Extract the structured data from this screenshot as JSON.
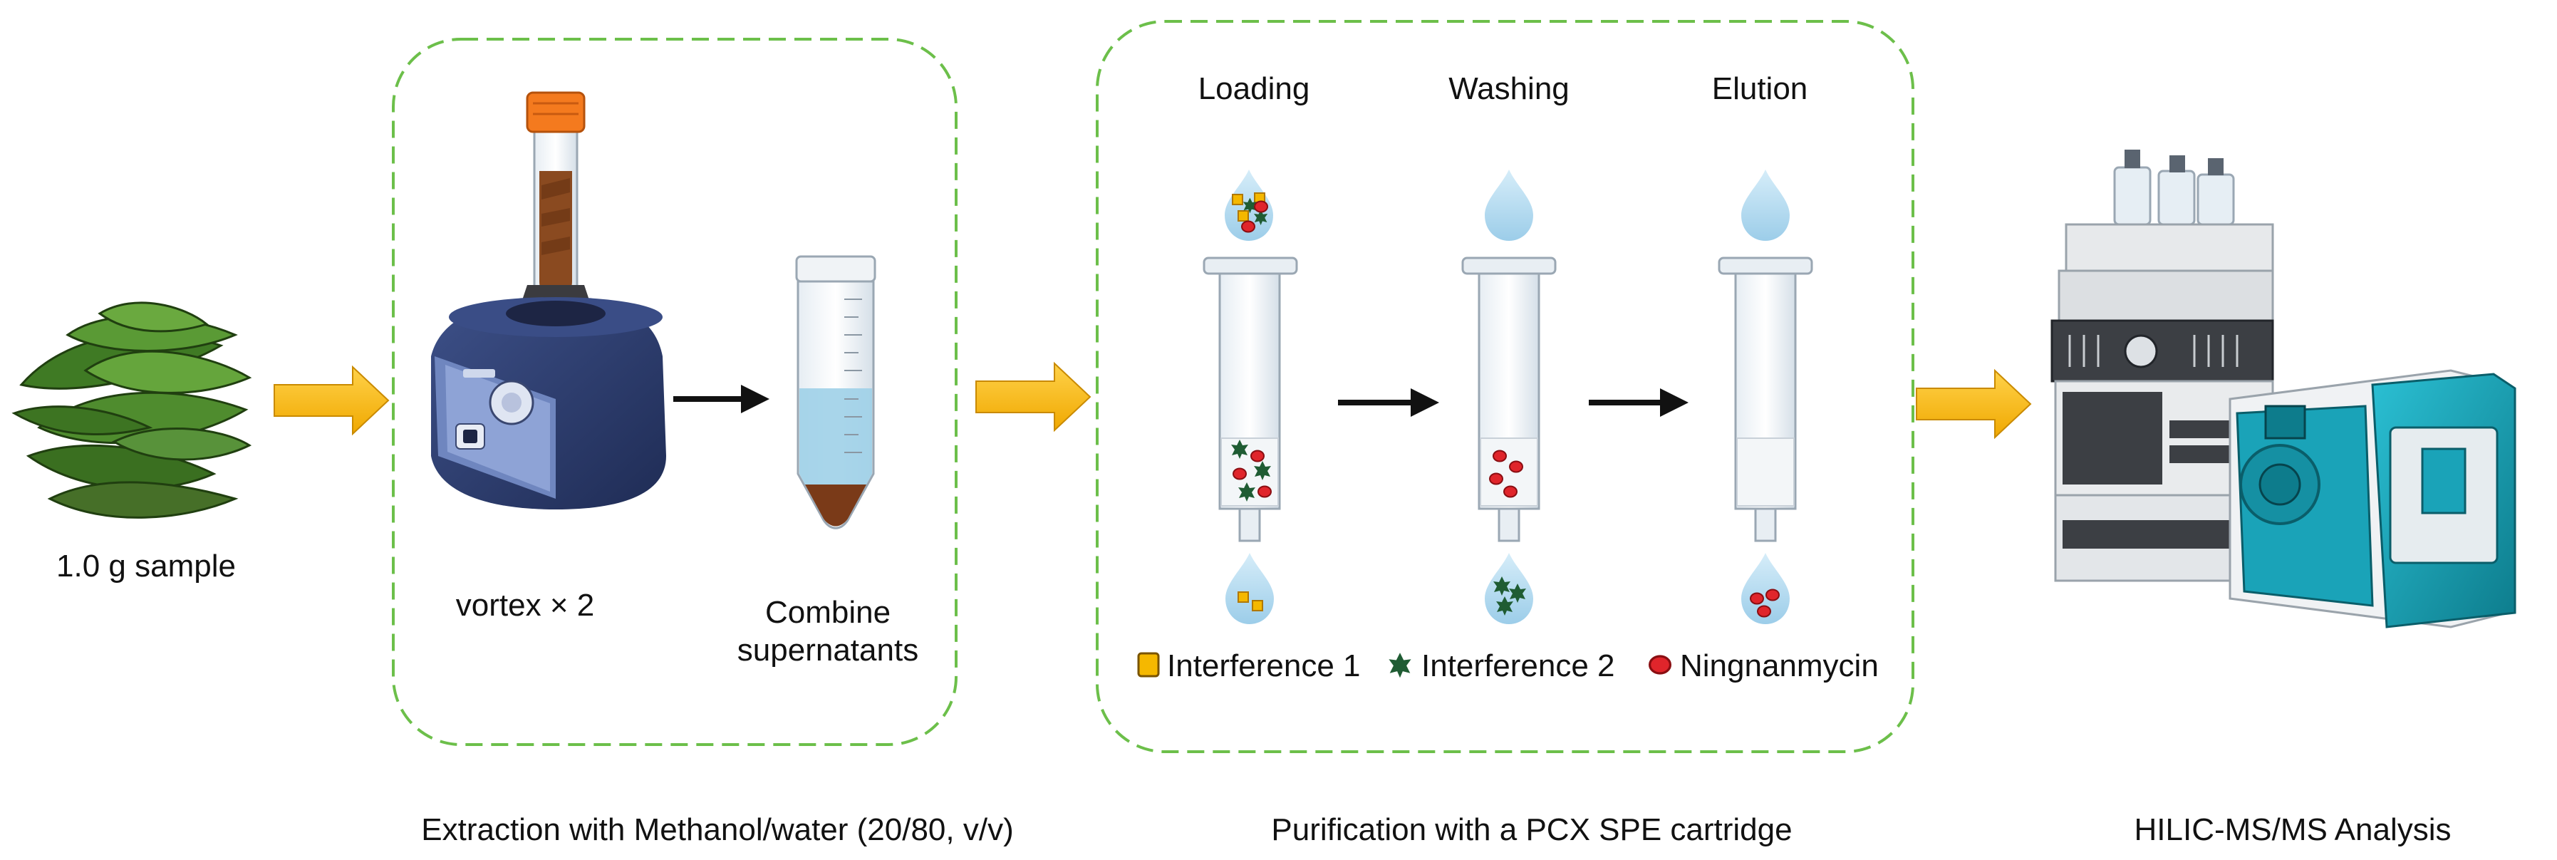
{
  "sample": {
    "label": "1.0 g sample"
  },
  "extraction": {
    "vortex_label": "vortex × 2",
    "combine_label_line1": "Combine",
    "combine_label_line2": "supernatants",
    "caption": "Extraction with Methanol/water (20/80, v/v)"
  },
  "purification": {
    "steps": [
      "Loading",
      "Washing",
      "Elution"
    ],
    "legend": [
      "Interference 1",
      "Interference 2",
      "Ningnanmycin"
    ],
    "caption": "Purification with a PCX SPE cartridge"
  },
  "analysis": {
    "caption": "HILIC-MS/MS Analysis"
  },
  "colors": {
    "arrow_gold": "#f4b400",
    "dashed_box": "#6cbf4a",
    "interference1": "#f5b800",
    "interference2": "#1f5c33",
    "ningnanmycin": "#e0252b",
    "droplet": "#b6dcf2",
    "instrument_teal": "#1aa3b8"
  },
  "icons": [
    "tea-leaves-icon",
    "vortex-mixer-icon",
    "centrifuge-tube-icon",
    "spe-cartridge-icon",
    "droplet-icon",
    "lc-ms-instrument-icon"
  ]
}
